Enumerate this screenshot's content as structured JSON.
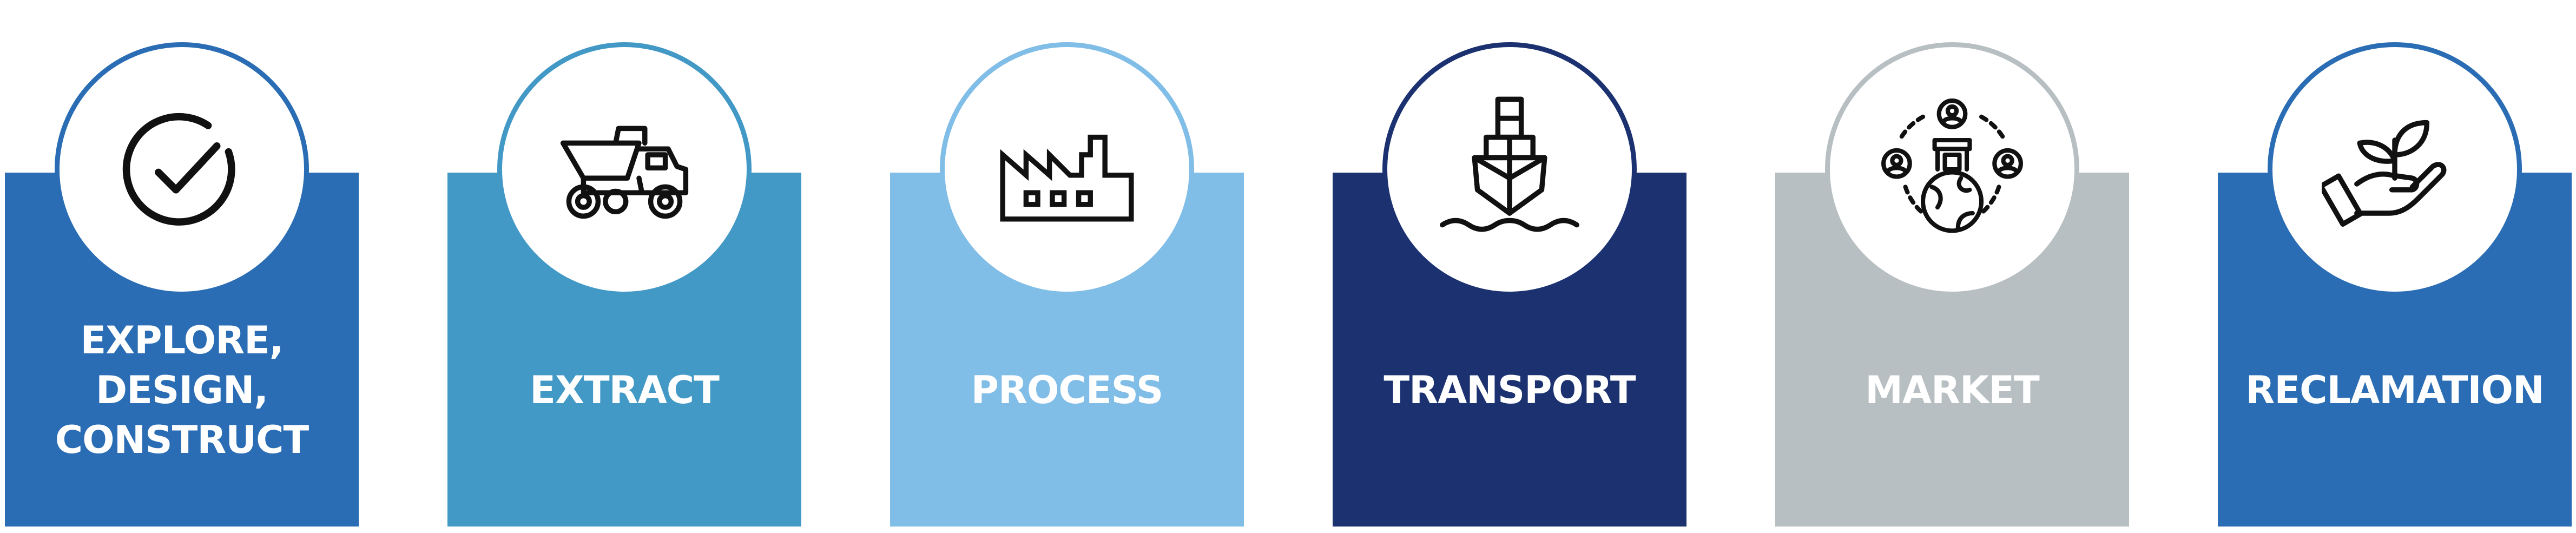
{
  "stages": [
    {
      "label": "EXPLORE,\nDESIGN,\nCONSTRUCT",
      "color": "#2a6db4",
      "ring_color": "#2a6db4",
      "icon": "check-circle-icon"
    },
    {
      "label": "EXTRACT",
      "color": "#4399c6",
      "ring_color": "#4399c6",
      "icon": "dump-truck-icon"
    },
    {
      "label": "PROCESS",
      "color": "#80bde7",
      "ring_color": "#80bde7",
      "icon": "factory-icon"
    },
    {
      "label": "TRANSPORT",
      "color": "#1b3170",
      "ring_color": "#1b3170",
      "icon": "cargo-ship-icon"
    },
    {
      "label": "MARKET",
      "color": "#b7bfc2",
      "ring_color": "#b7bfc2",
      "icon": "global-market-icon"
    },
    {
      "label": "RECLAMATION",
      "color": "#2a6db4",
      "ring_color": "#2a6db4",
      "icon": "hand-sprout-icon"
    }
  ]
}
